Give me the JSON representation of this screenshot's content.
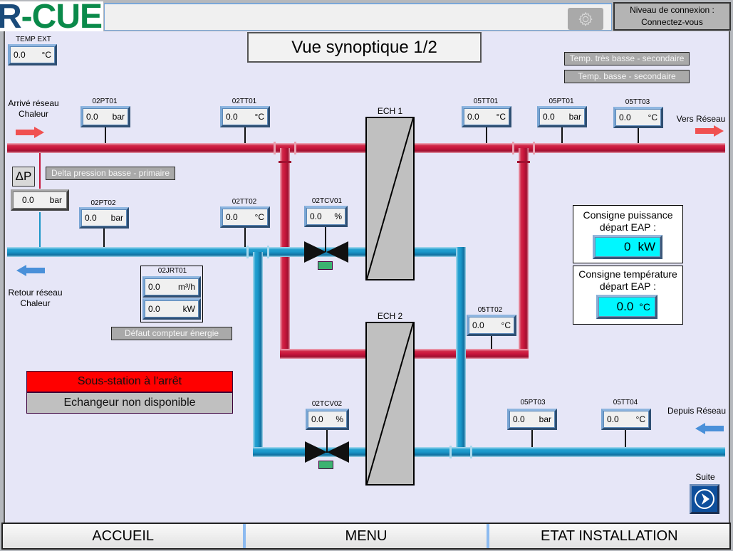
{
  "app": {
    "logo": "R-CUE"
  },
  "header": {
    "connection_label": "Niveau de connexion :",
    "connection_status": "Connectez-vous",
    "settings_icon": "gear-icon"
  },
  "page_title": "Vue synoptique 1/2",
  "temp_ext": {
    "tag": "TEMP EXT",
    "value": "0.0",
    "unit": "°C"
  },
  "alarms": {
    "temp_tres_basse_secondaire": "Temp. très basse - secondaire",
    "temp_basse_secondaire": "Temp. basse - secondaire",
    "delta_pression_basse_primaire": "Delta pression basse - primaire",
    "defaut_compteur_energie": "Défaut compteur énergie"
  },
  "labels": {
    "arrive_reseau": "Arrivé réseau",
    "arrive_chaleur": "Chaleur",
    "retour_reseau": "Retour réseau",
    "retour_chaleur": "Chaleur",
    "vers_reseau": "Vers Réseau",
    "depuis_reseau": "Depuis Réseau",
    "ech1": "ECH 1",
    "ech2": "ECH 2",
    "delta_p": "ΔP",
    "suite": "Suite"
  },
  "delta_p": {
    "value": "0.0",
    "unit": "bar"
  },
  "sensors": {
    "02PT01": {
      "tag": "02PT01",
      "value": "0.0",
      "unit": "bar"
    },
    "02TT01": {
      "tag": "02TT01",
      "value": "0.0",
      "unit": "°C"
    },
    "05TT01": {
      "tag": "05TT01",
      "value": "0.0",
      "unit": "°C"
    },
    "05PT01": {
      "tag": "05PT01",
      "value": "0.0",
      "unit": "bar"
    },
    "05TT03": {
      "tag": "05TT03",
      "value": "0.0",
      "unit": "°C"
    },
    "02PT02": {
      "tag": "02PT02",
      "value": "0.0",
      "unit": "bar"
    },
    "02TT02": {
      "tag": "02TT02",
      "value": "0.0",
      "unit": "°C"
    },
    "02TCV01": {
      "tag": "02TCV01",
      "value": "0.0",
      "unit": "%"
    },
    "05TT02": {
      "tag": "05TT02",
      "value": "0.0",
      "unit": "°C"
    },
    "02TCV02": {
      "tag": "02TCV02",
      "value": "0.0",
      "unit": "%"
    },
    "05PT03": {
      "tag": "05PT03",
      "value": "0.0",
      "unit": "bar"
    },
    "05TT04": {
      "tag": "05TT04",
      "value": "0.0",
      "unit": "°C"
    }
  },
  "meter": {
    "tag": "02JRT01",
    "flow": {
      "value": "0.0",
      "unit": "m³/h"
    },
    "power": {
      "value": "0.0",
      "unit": "kW"
    }
  },
  "consignes": {
    "puissance": {
      "label1": "Consigne puissance",
      "label2": "départ EAP :",
      "value": "0",
      "unit": "kW"
    },
    "temperature": {
      "label1": "Consigne température",
      "label2": "départ EAP :",
      "value": "0.0",
      "unit": "°C"
    }
  },
  "status": {
    "sous_station": "Sous-station à l'arrêt",
    "echangeur": "Echangeur non disponible",
    "sous_station_color": "#ff0000",
    "echangeur_color": "#c0c0c0"
  },
  "colors": {
    "hot_pipe": "#c8163c",
    "cold_pipe": "#1a96c8",
    "valve_indicator": "#3cb371",
    "arrow_hot": "#f05050",
    "arrow_cold": "#4a90d9"
  },
  "nav": {
    "accueil": "ACCUEIL",
    "menu": "MENU",
    "etat": "ETAT INSTALLATION"
  }
}
